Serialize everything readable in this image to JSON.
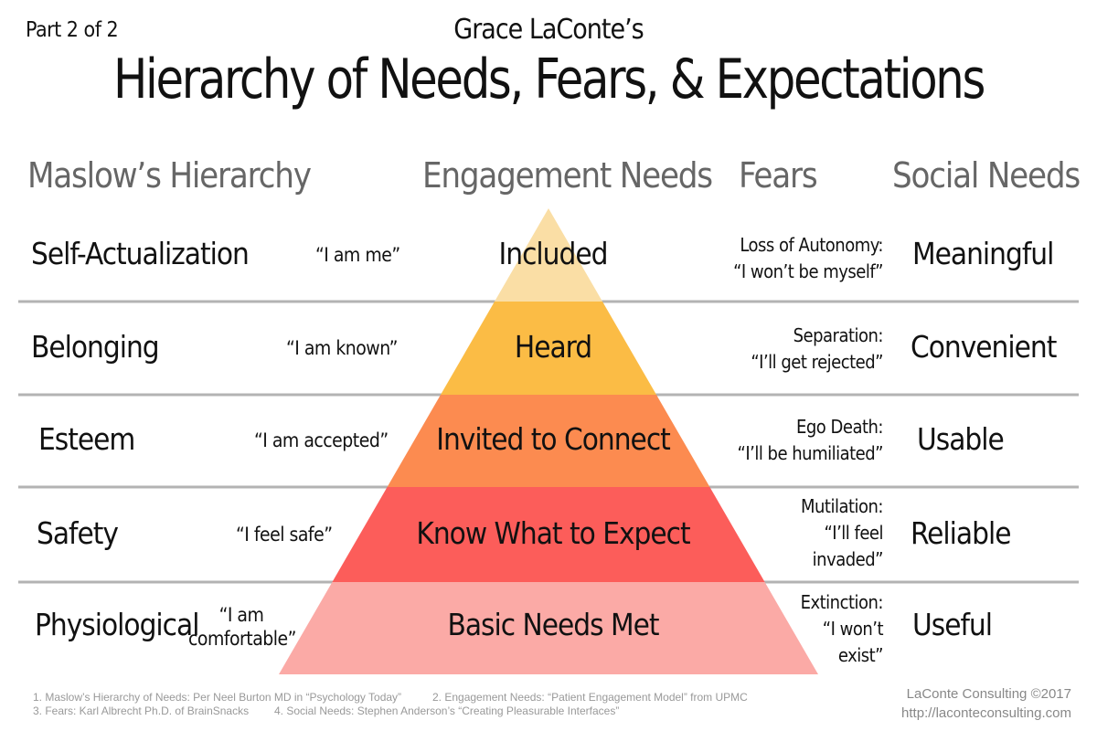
{
  "header": {
    "part": "Part 2 of 2",
    "author": "Grace LaConte’s",
    "title": "Hierarchy of Needs, Fears, & Expectations"
  },
  "columns": {
    "maslow": "Maslow’s Hierarchy",
    "engagement": "Engagement Needs",
    "fears": "Fears",
    "social": "Social Needs"
  },
  "rows": [
    {
      "maslow": "Self-Actualization",
      "quote": "“I am me”",
      "engagement": "Included",
      "fear_lines": [
        "Loss of Autonomy:",
        "“I won’t be myself”"
      ],
      "social": "Meaningful",
      "color": "#fadea5"
    },
    {
      "maslow": "Belonging",
      "quote": "“I am known”",
      "engagement": "Heard",
      "fear_lines": [
        "Separation:",
        "“I’ll get rejected”"
      ],
      "social": "Convenient",
      "color": "#fbbc45"
    },
    {
      "maslow": "Esteem",
      "quote": "“I am accepted”",
      "engagement": "Invited to Connect",
      "fear_lines": [
        "Ego Death:",
        "“I’ll be humiliated”"
      ],
      "social": "Usable",
      "color": "#fc8b50"
    },
    {
      "maslow": "Safety",
      "quote": "“I feel safe”",
      "engagement": "Know What to Expect",
      "fear_lines": [
        "Mutilation:",
        "“I’ll feel",
        "invaded”"
      ],
      "social": "Reliable",
      "color": "#fc5d5a"
    },
    {
      "maslow": "Physiological",
      "quote_lines": [
        "“I am",
        "comfortable”"
      ],
      "engagement": "Basic Needs Met",
      "fear_lines": [
        "Extinction:",
        "“I won’t",
        "exist”"
      ],
      "social": "Useful",
      "color": "#fbaaa6"
    }
  ],
  "footer": {
    "source_1": "1. Maslow’s Hierarchy of Needs: Per Neel Burton MD in “Psychology Today”",
    "source_2": "2. Engagement Needs: “Patient Engagement Model” from UPMC",
    "source_3": "3. Fears: Karl Albrecht Ph.D. of BrainSnacks",
    "source_4": "4. Social Needs: Stephen Anderson’s “Creating Pleasurable Interfaces”",
    "copyright": "LaConte Consulting ©2017",
    "url": "http://laconteconsulting.com"
  },
  "colors": {
    "divider": "#b3b3b3",
    "header_gray": "#666666"
  }
}
